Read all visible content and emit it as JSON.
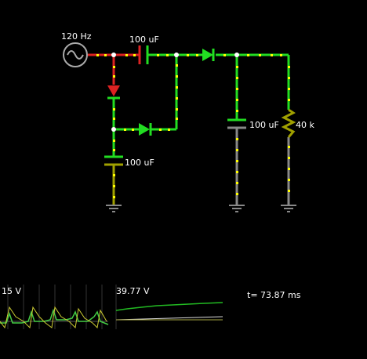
{
  "colors": {
    "background": "#000000",
    "wire_high": "#22dd22",
    "wire_mid": "#a0a000",
    "wire_low": "#888888",
    "wire_neg": "#dd2222",
    "current_dots": "#ffff00",
    "source_gray": "#aaaaaa"
  },
  "circuit": {
    "source_label": "120 Hz",
    "cap_top_label": "100 uF",
    "cap_left_label": "100 uF",
    "cap_right_label": "100 uF",
    "resistor_label": "40 k"
  },
  "scopes": {
    "scope1_label": "15 V",
    "scope2_label": "39.77 V",
    "time_label": "t= 73.87 ms"
  }
}
